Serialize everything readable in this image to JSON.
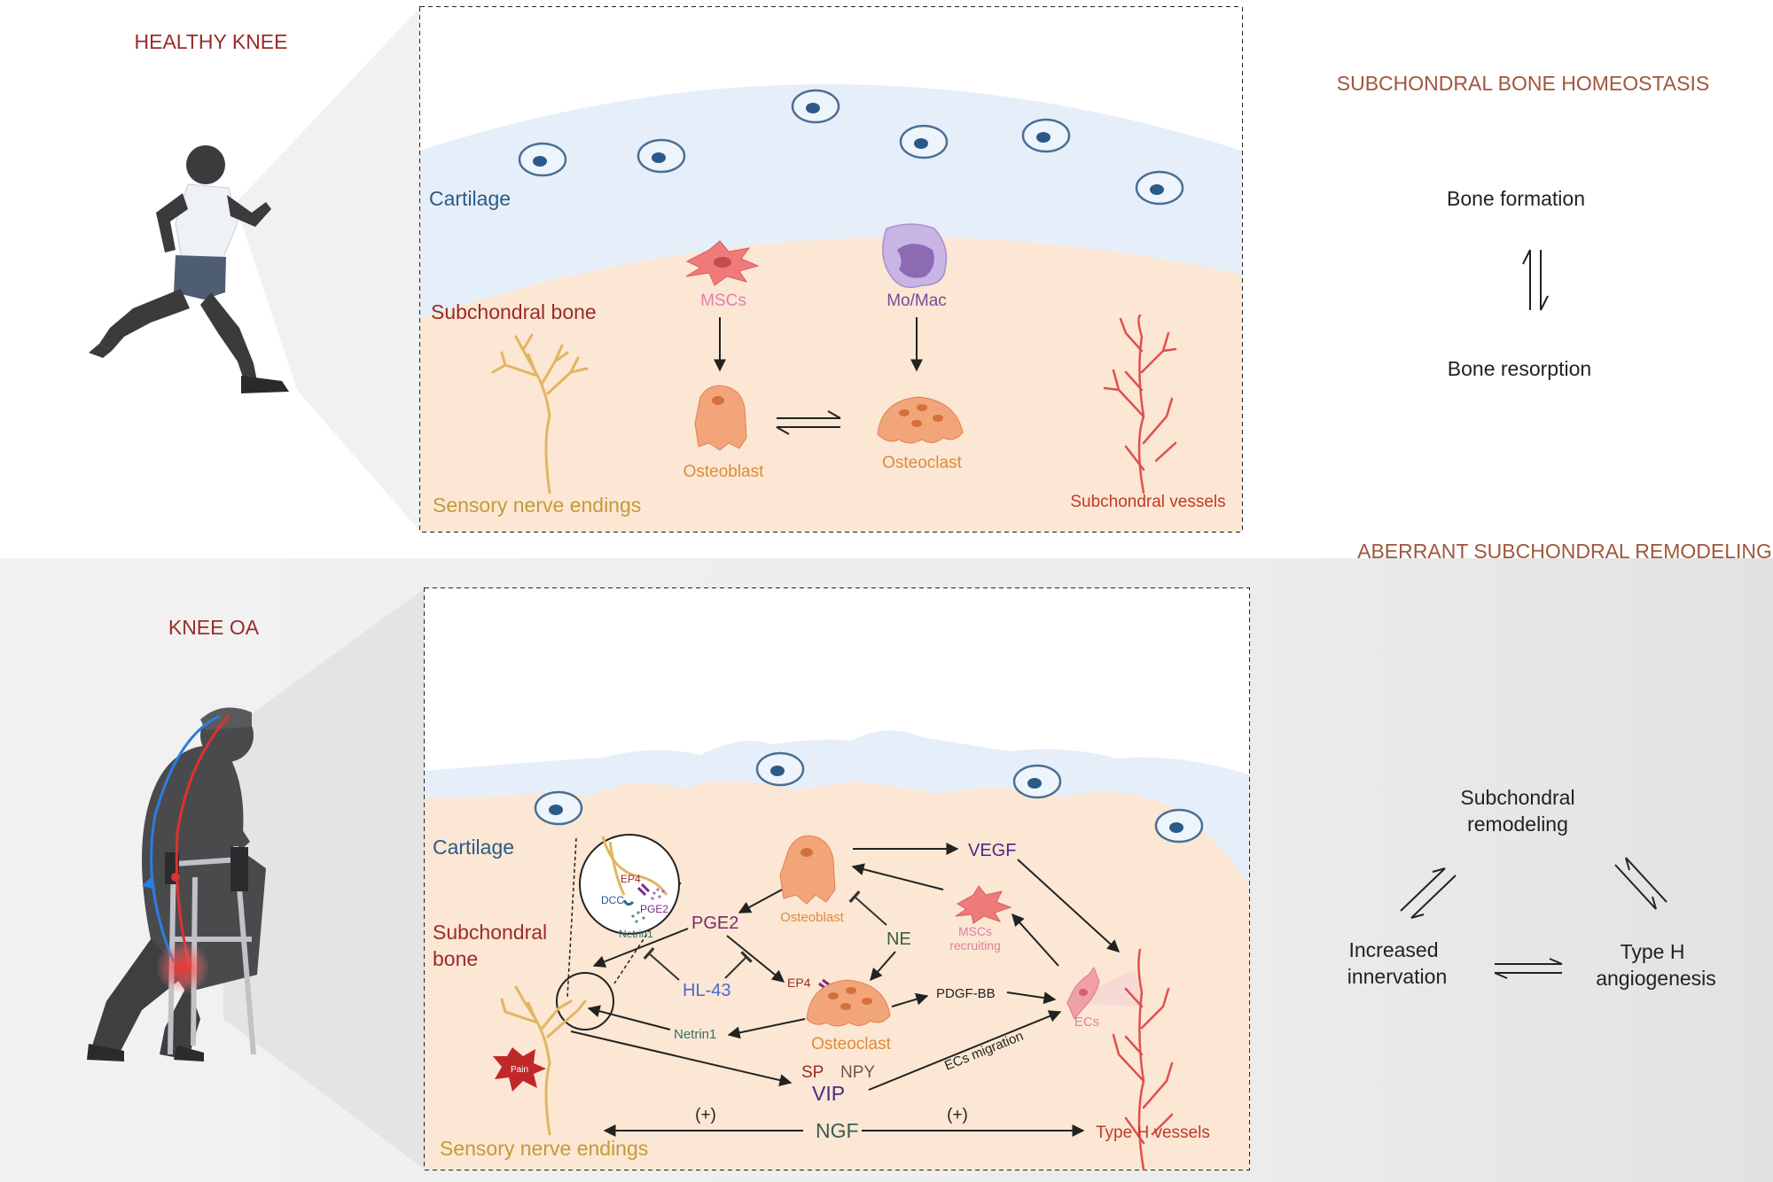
{
  "top": {
    "title": "HEALTHY KNEE",
    "heading": "SUBCHONDRAL BONE HOMEOSTASIS",
    "balance_top": "Bone formation",
    "balance_bottom": "Bone resorption",
    "labels": {
      "cartilage": "Cartilage",
      "subchondral_bone": "Subchondral bone",
      "mscs": "MSCs",
      "momac": "Mo/Mac",
      "osteoblast": "Osteoblast",
      "osteoclast": "Osteoclast",
      "sensory": "Sensory nerve endings",
      "vessels": "Subchondral vessels"
    }
  },
  "bottom": {
    "title": "KNEE OA",
    "heading": "ABERRANT SUBCHONDRAL REMODELING",
    "cycle": {
      "remodeling_1": "Subchondral",
      "remodeling_2": "remodeling",
      "innervation_1": "Increased",
      "innervation_2": "innervation",
      "angio_1": "Type H",
      "angio_2": "angiogenesis"
    },
    "labels": {
      "cartilage": "Cartilage",
      "bone_1": "Subchondral",
      "bone_2": "bone",
      "osteoblast": "Osteoblast",
      "osteoclast": "Osteoclast",
      "vegf": "VEGF",
      "mscs_1": "MSCs",
      "mscs_2": "recruiting",
      "pge2": "PGE2",
      "ne": "NE",
      "hl43": "HL-43",
      "ep4": "EP4",
      "pdgfbb": "PDGF-BB",
      "ecs": "ECs",
      "netrin1": "Netrin1",
      "sp": "SP",
      "npy": "NPY",
      "vip": "VIP",
      "ecs_migration": "ECs migration",
      "ngf": "NGF",
      "plus_left": "(+)",
      "plus_right": "(+)",
      "pain": "Pain",
      "sensory": "Sensory nerve endings",
      "typeh": "Type H vessels",
      "zoom_ep4": "EP4",
      "zoom_dcc": "DCC",
      "zoom_pge2": "PGE2",
      "zoom_netrin": "Netrin1"
    }
  },
  "colors": {
    "title_red": "#9b2b2b",
    "heading_brown": "#a0563c",
    "cartilage_blue": "#2a5b88",
    "bone_fill": "#fbe7d3",
    "cartilage_fill": "#e6eef9",
    "cell_orange": "#f3a57a",
    "label_orange": "#e08a3c",
    "purple": "#5a2a7a",
    "green": "#3c5a3c"
  }
}
